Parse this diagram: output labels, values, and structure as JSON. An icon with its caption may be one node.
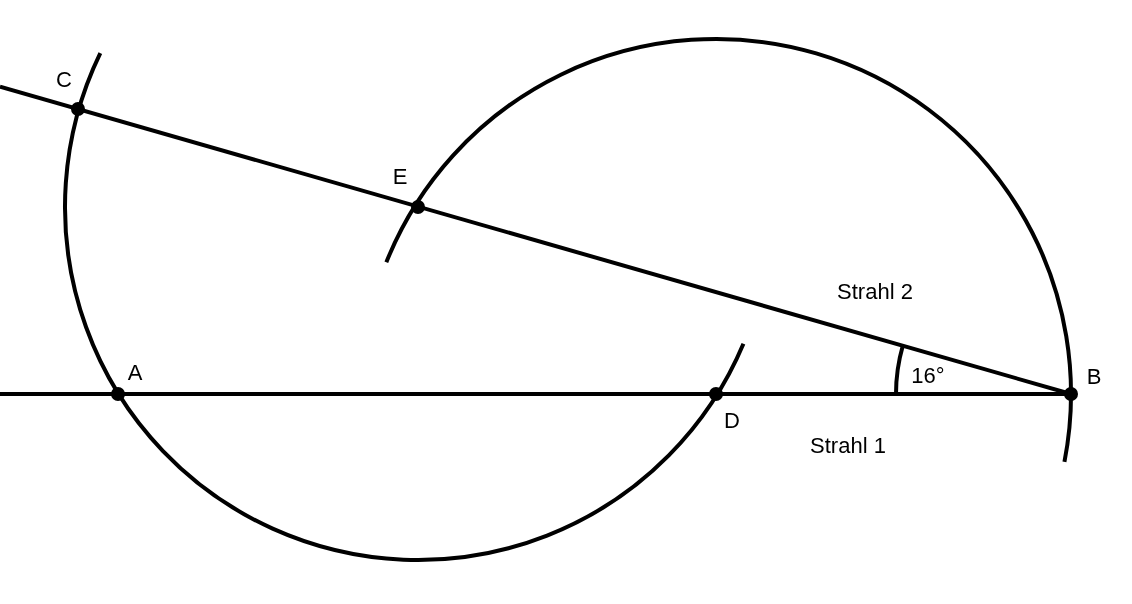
{
  "diagram": {
    "labels": [
      "C",
      "E",
      "Strahl 2",
      "A",
      "16°",
      "B",
      "D",
      "Strahl 1"
    ]
  }
}
